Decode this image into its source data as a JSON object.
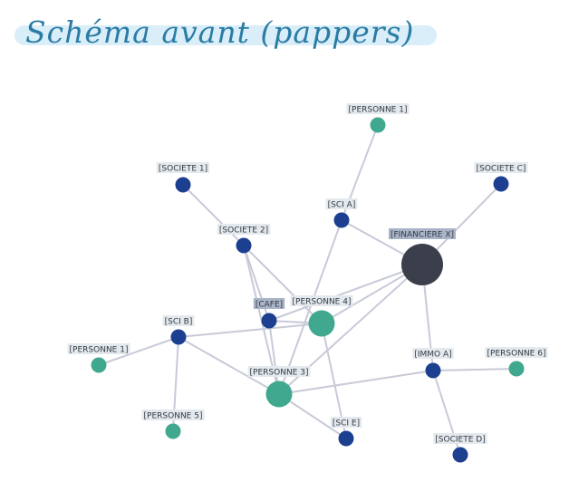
{
  "title": "Schéma avant (pappers)",
  "colors": {
    "person": "#3fa88e",
    "entity": "#1d3f8f",
    "holding": "#3b3f4c",
    "edge": "#c8cad8",
    "label_bg": "#e4e9ee",
    "label_bg_highlight": "#aab4c8"
  },
  "nodes": [
    {
      "id": "personne1_top",
      "label": "[PERSONNE 1]",
      "type": "person"
    },
    {
      "id": "societe1",
      "label": "[SOCIETE 1]",
      "type": "entity"
    },
    {
      "id": "societec",
      "label": "[SOCIETE C]",
      "type": "entity"
    },
    {
      "id": "scia",
      "label": "[SCI A]",
      "type": "entity"
    },
    {
      "id": "financierex",
      "label": "[FINANCIERE X]",
      "type": "holding"
    },
    {
      "id": "societe2",
      "label": "[SOCIETE 2]",
      "type": "entity"
    },
    {
      "id": "cafe",
      "label": "[CAFE]",
      "type": "entity"
    },
    {
      "id": "personne4",
      "label": "[PERSONNE 4]",
      "type": "person"
    },
    {
      "id": "scib",
      "label": "[SCI B]",
      "type": "entity"
    },
    {
      "id": "personne1_left",
      "label": "[PERSONNE 1]",
      "type": "person"
    },
    {
      "id": "immoa",
      "label": "[IMMO A]",
      "type": "entity"
    },
    {
      "id": "personne6",
      "label": "[PERSONNE 6]",
      "type": "person"
    },
    {
      "id": "personne3",
      "label": "[PERSONNE 3]",
      "type": "person"
    },
    {
      "id": "personne5",
      "label": "[PERSONNE 5]",
      "type": "person"
    },
    {
      "id": "scie",
      "label": "[SCI E]",
      "type": "entity"
    },
    {
      "id": "societed",
      "label": "[SOCIETE D]",
      "type": "entity"
    }
  ],
  "edges": [
    [
      "personne1_top",
      "scia"
    ],
    [
      "societec",
      "financierex"
    ],
    [
      "scia",
      "financierex"
    ],
    [
      "scia",
      "personne3"
    ],
    [
      "societe1",
      "societe2"
    ],
    [
      "societe2",
      "personne4"
    ],
    [
      "societe2",
      "cafe"
    ],
    [
      "societe2",
      "personne3"
    ],
    [
      "financierex",
      "personne4"
    ],
    [
      "financierex",
      "cafe"
    ],
    [
      "financierex",
      "personne3"
    ],
    [
      "financierex",
      "immoa"
    ],
    [
      "cafe",
      "personne4"
    ],
    [
      "cafe",
      "personne3"
    ],
    [
      "scib",
      "personne4"
    ],
    [
      "scib",
      "personne1_left"
    ],
    [
      "scib",
      "personne5"
    ],
    [
      "scib",
      "personne3"
    ],
    [
      "personne4",
      "scie"
    ],
    [
      "personne3",
      "scie"
    ],
    [
      "personne3",
      "immoa"
    ],
    [
      "immoa",
      "personne6"
    ],
    [
      "immoa",
      "societed"
    ]
  ]
}
